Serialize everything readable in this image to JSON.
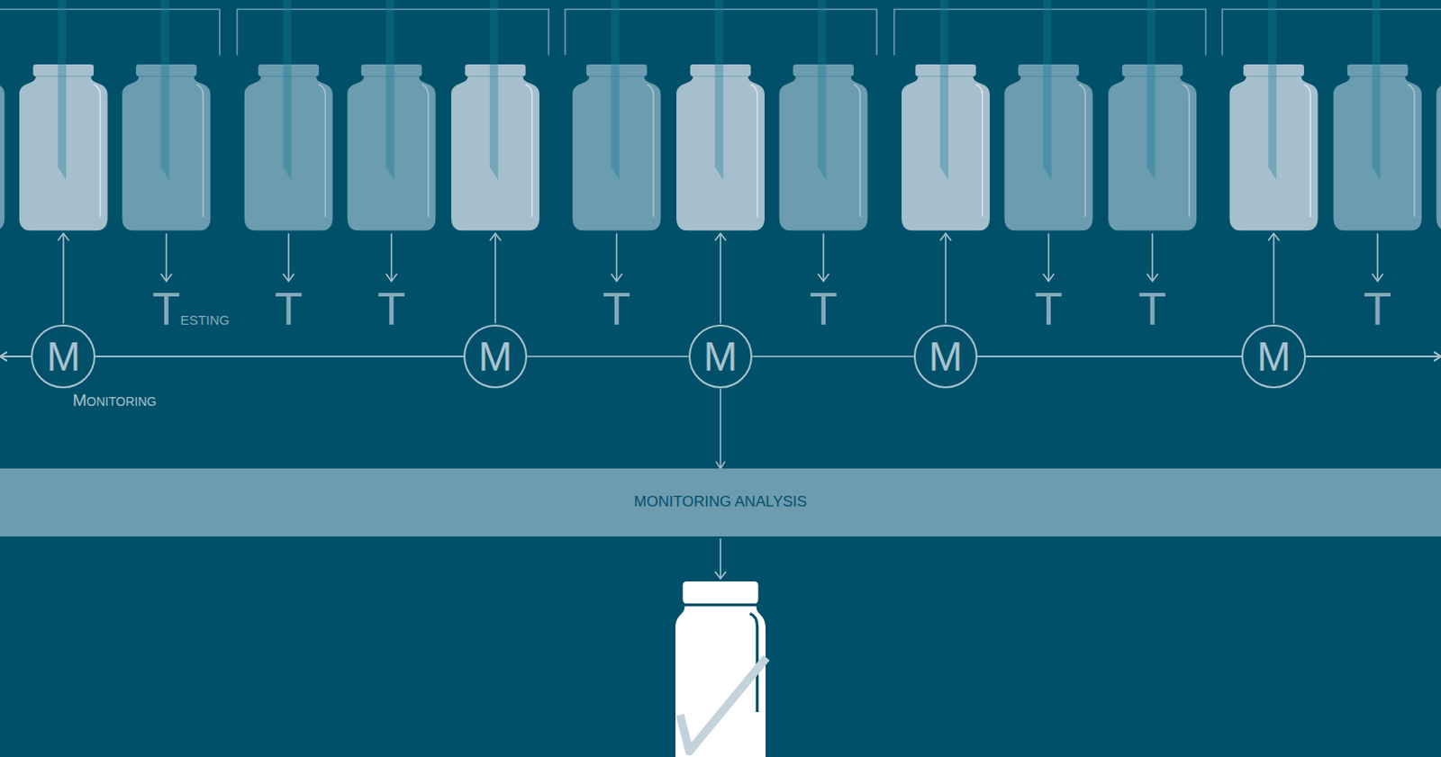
{
  "diagram": {
    "nodes": [
      {
        "text": [
          "M"
        ]
      },
      {
        "text": [
          "M"
        ]
      },
      {
        "text": [
          "M"
        ]
      },
      {
        "text": [
          "M"
        ]
      },
      {
        "text": [
          "M"
        ]
      },
      {
        "text": [
          "MONITORING ANALYSIS"
        ]
      }
    ],
    "edges": [
      {
        "from": 0,
        "to": 1,
        "arrow": "none"
      },
      {
        "from": 1,
        "to": 2,
        "arrow": "none"
      },
      {
        "from": 2,
        "to": 3,
        "arrow": "none"
      },
      {
        "from": 3,
        "to": 4,
        "arrow": "none"
      },
      {
        "from": 0,
        "to": 5,
        "arrow": "to"
      },
      {
        "from": 1,
        "to": 5,
        "arrow": "to"
      },
      {
        "from": 2,
        "to": 5,
        "arrow": "to"
      },
      {
        "from": 3,
        "to": 5,
        "arrow": "to"
      },
      {
        "from": 4,
        "to": 5,
        "arrow": "to"
      }
    ],
    "labels": [
      "TESTING",
      "T",
      "T",
      "T",
      "T",
      "T",
      "T",
      "T",
      "MONITORING"
    ]
  }
}
